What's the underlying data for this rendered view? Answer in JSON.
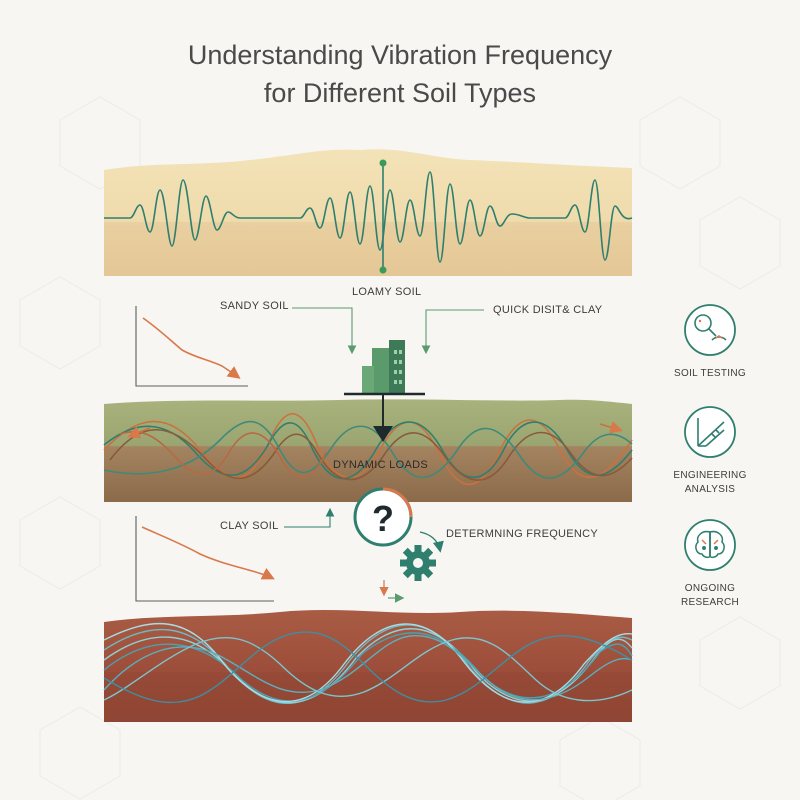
{
  "title": {
    "line1": "Understanding Vibration Frequency",
    "line2": "for Different Soil Types"
  },
  "labels": {
    "sandy": "SANDY SOIL",
    "loamy": "LOAMY SOIL",
    "quick": "QUICK DISIT& CLAY",
    "dynamic": "DYNAMIC LOADS",
    "clay": "CLAY SOIL",
    "determining": "DETERMNING FREQUENCY",
    "question": "?"
  },
  "sidebar": {
    "items": [
      {
        "icon": "magnifier-soil-icon",
        "line1": "SOIL TESTING",
        "line2": ""
      },
      {
        "icon": "ruler-icon",
        "line1": "ENGINEERING",
        "line2": "ANALYSIS"
      },
      {
        "icon": "brain-icon",
        "line1": "ONGOING",
        "line2": "RESEARCH"
      }
    ]
  },
  "colors": {
    "sand": "#eedcae",
    "sand_dark": "#e2c594",
    "loam_top": "#a7b07a",
    "loam_bottom": "#8a6a4a",
    "clay": "#a4553f",
    "teal": "#2f7f6f",
    "orange": "#d9784a",
    "building": "#4f8c62",
    "dark": "#2b3f43"
  }
}
